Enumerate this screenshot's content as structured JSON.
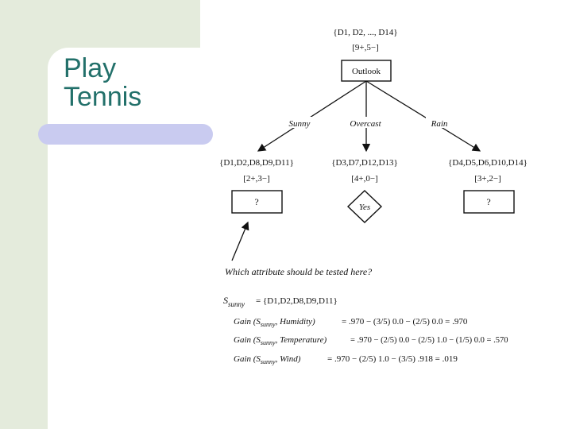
{
  "slide": {
    "title_line1": "Play",
    "title_line2": "Tennis"
  },
  "tree": {
    "root_set": "{D1, D2, ..., D14}",
    "root_counts": "[9+,5−]",
    "root_node": "Outlook",
    "branches": [
      "Sunny",
      "Overcast",
      "Rain"
    ],
    "left_set": "{D1,D2,D8,D9,D11}",
    "left_counts": "[2+,3−]",
    "left_node": "?",
    "mid_set": "{D3,D7,D12,D13}",
    "mid_counts": "[4+,0−]",
    "mid_node": "Yes",
    "right_set": "{D4,D5,D6,D10,D14}",
    "right_counts": "[3+,2−]",
    "right_node": "?"
  },
  "question": "Which attribute should be tested here?",
  "calc": {
    "s_label": "S",
    "s_sub": "sunny",
    "s_value": "= {D1,D2,D8,D9,D11}",
    "line1_label": "Gain (S",
    "line1_attr": ", Humidity)",
    "line1_expr": "= .970 − (3/5) 0.0 − (2/5) 0.0 = .970",
    "line2_label": "Gain (S",
    "line2_attr": ", Temperature)",
    "line2_expr": "= .970 − (2/5) 0.0 − (2/5) 1.0 − (1/5) 0.0 = .570",
    "line3_label": "Gain (S",
    "line3_attr": ", Wind)",
    "line3_expr": "= .970 − (2/5) 1.0 − (3/5) .918 = .019"
  }
}
